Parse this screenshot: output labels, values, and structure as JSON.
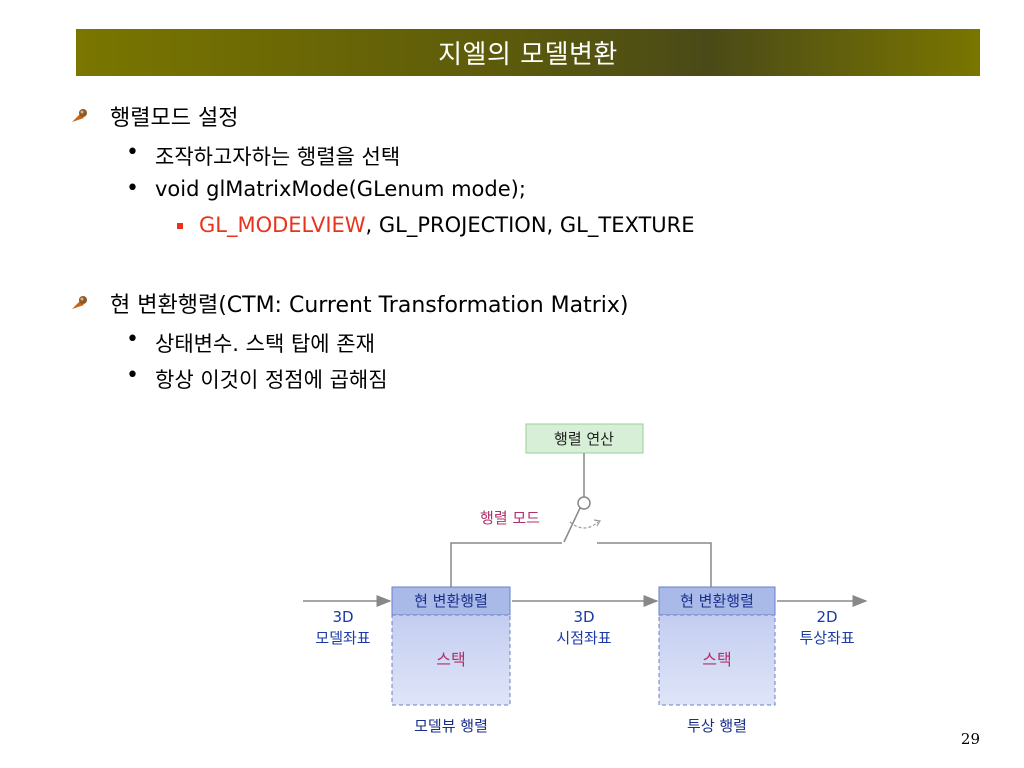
{
  "title": "지엘의 모델변환",
  "bullets": {
    "b1": "행렬모드 설정",
    "b1_1": "조작하고자하는 행렬을 선택",
    "b1_2": "void glMatrixMode(GLenum mode);",
    "b1_2_1_red": "GL_MODELVIEW",
    "b1_2_1_rest": ", GL_PROJECTION, GL_TEXTURE",
    "b2": "현 변환행렬(CTM: Current Transformation Matrix)",
    "b2_1": "상태변수. 스택 탑에 존재",
    "b2_2": "항상 이것이 정점에 곱해짐"
  },
  "diagram": {
    "op_box": "행렬 연산",
    "mode_label": "행렬 모드",
    "left_box_header": "현 변환행렬",
    "left_box_body": "스택",
    "left_box_caption": "모델뷰 행렬",
    "right_box_header": "현 변환행렬",
    "right_box_body": "스택",
    "right_box_caption": "투상 행렬",
    "in_dim": "3D",
    "in_coord": "모델좌표",
    "mid_dim": "3D",
    "mid_coord": "시점좌표",
    "out_dim": "2D",
    "out_coord": "투상좌표",
    "colors": {
      "op_fill": "#d6efd6",
      "box_header": "#a9b9e8",
      "box_body": "#c9d3f2",
      "label_blue": "#1a3aa8",
      "label_red": "#b0306a",
      "caption_blue": "#1a2f8a"
    }
  },
  "page_number": "29"
}
